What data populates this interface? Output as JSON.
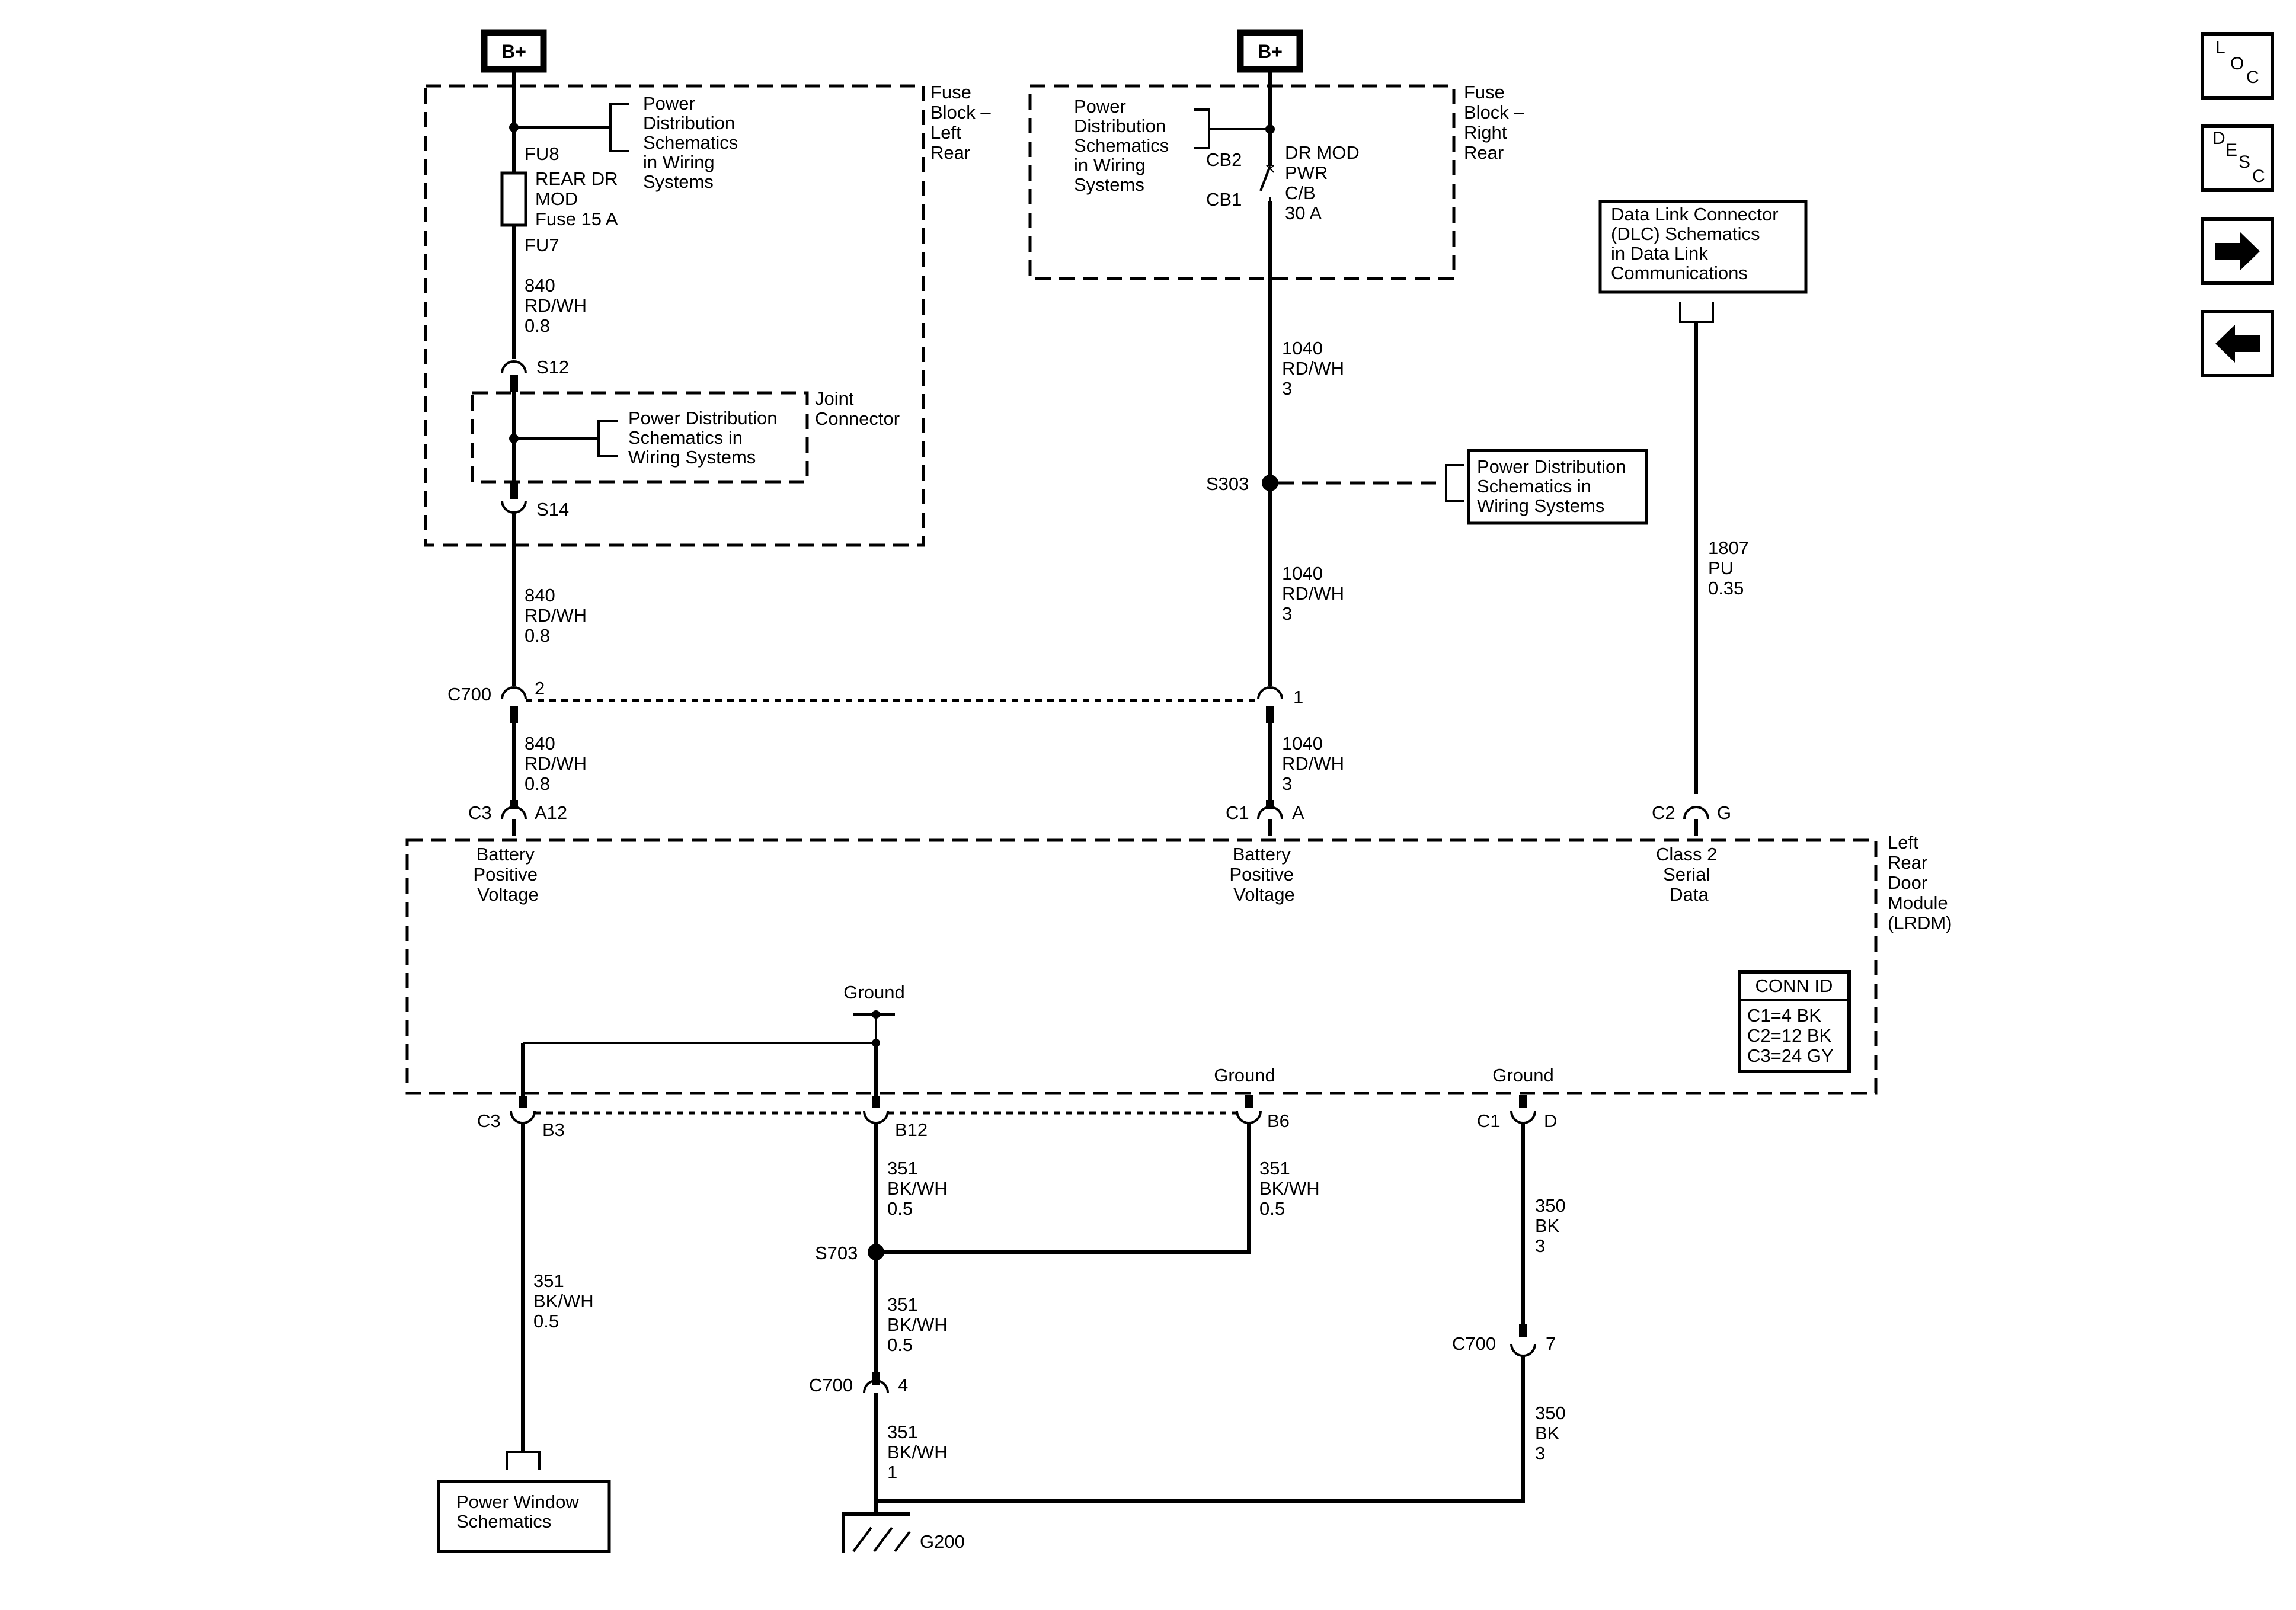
{
  "supplies": {
    "left": "B+",
    "right": "B+"
  },
  "fuse_block_left": {
    "title": [
      "Fuse",
      "Block –",
      "Left",
      "Rear"
    ],
    "ref": [
      "Power",
      "Distribution",
      "Schematics",
      "in Wiring",
      "Systems"
    ],
    "fuse_top": "FU8",
    "fuse_label": [
      "REAR DR",
      "MOD",
      "Fuse 15 A"
    ],
    "fuse_bottom": "FU7",
    "wire": [
      "840",
      "RD/WH",
      "0.8"
    ],
    "splice_top": "S12",
    "splice_bottom": "S14"
  },
  "joint_connector": {
    "title": [
      "Joint",
      "Connector"
    ],
    "ref": [
      "Power Distribution",
      "Schematics in",
      "Wiring Systems"
    ]
  },
  "fuse_block_right": {
    "title": [
      "Fuse",
      "Block –",
      "Right",
      "Rear"
    ],
    "ref": [
      "Power",
      "Distribution",
      "Schematics",
      "in Wiring",
      "Systems"
    ],
    "cb_top": "CB2",
    "cb_bottom": "CB1",
    "cb_label": [
      "DR MOD",
      "PWR",
      "C/B",
      "30 A"
    ]
  },
  "right_feed": {
    "wire": [
      "1040",
      "RD/WH",
      "3"
    ],
    "splice": "S303",
    "ref": [
      "Power Distribution",
      "Schematics in",
      "Wiring Systems"
    ]
  },
  "dlc": {
    "ref": [
      "Data Link Connector",
      "(DLC) Schematics",
      "in Data Link",
      "Communications"
    ],
    "wire": [
      "1807",
      "PU",
      "0.35"
    ]
  },
  "c700_top": {
    "name": "C700",
    "pin_left": "2",
    "pin_right": "1"
  },
  "lower_wires": {
    "left": [
      "840",
      "RD/WH",
      "0.8"
    ],
    "mid": [
      "1040",
      "RD/WH",
      "3"
    ]
  },
  "module_inputs": [
    {
      "conn": "C3",
      "pin": "A12",
      "label": [
        "Battery",
        "Positive",
        "Voltage"
      ]
    },
    {
      "conn": "C1",
      "pin": "A",
      "label": [
        "Battery",
        "Positive",
        "Voltage"
      ]
    },
    {
      "conn": "C2",
      "pin": "G",
      "label": [
        "Class 2",
        "Serial",
        "Data"
      ]
    }
  ],
  "module": {
    "title": [
      "Left",
      "Rear",
      "Door",
      "Module",
      "(LRDM)"
    ]
  },
  "conn_id": {
    "title": "CONN ID",
    "lines": [
      "C1=4 BK",
      "C2=12 BK",
      "C3=24 GY"
    ]
  },
  "grounds": {
    "ground_label": "Ground"
  },
  "module_outputs": [
    {
      "conn": "C3",
      "pin": "B3"
    },
    {
      "pin": "B12"
    },
    {
      "pin": "B6"
    },
    {
      "conn": "C1",
      "pin": "D"
    }
  ],
  "ground_wires": {
    "bkwh": [
      "351",
      "BK/WH",
      "0.5"
    ],
    "bkwh_1": [
      "351",
      "BK/WH",
      "1"
    ],
    "bk": [
      "350",
      "BK",
      "3"
    ]
  },
  "splice_s703": "S703",
  "c700_bottom": {
    "name": "C700",
    "pin_mid": "4",
    "pin_right": "7"
  },
  "ground_point": "G200",
  "power_window": [
    "Power Window",
    "Schematics"
  ],
  "nav": {
    "loc": [
      "L",
      "O",
      "C"
    ],
    "desc": [
      "D",
      "E",
      "S",
      "C"
    ]
  }
}
